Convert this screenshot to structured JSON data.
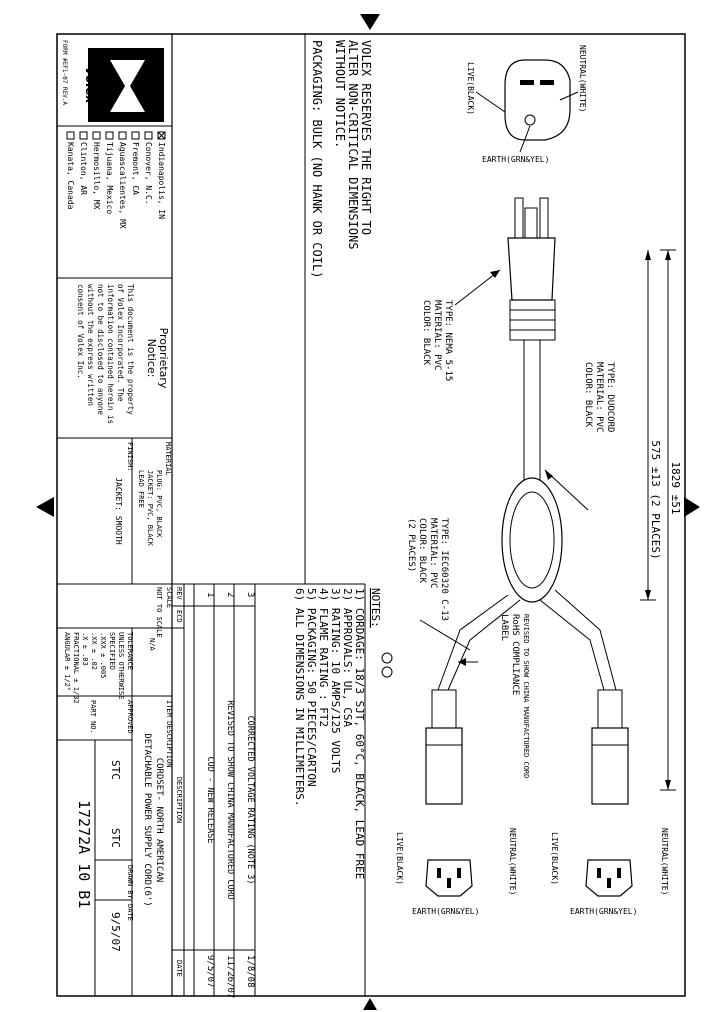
{
  "company": {
    "name": "Volex",
    "division": "CUD",
    "form_no": "FORM #EF1-07 REV.A",
    "disclaimer": [
      "VOLEX RESERVES THE RIGHT TO",
      "ALTER NON-CRITICAL DIMENSIONS",
      "WITHOUT NOTICE."
    ]
  },
  "packaging_note": "PACKAGING: BULK (NO HANK OR COIL)",
  "plug_labels": {
    "neutral": "NEUTRAL(WHITE)",
    "live": "LIVE(BLACK)",
    "earth": "EARTH(GRN&YEL)"
  },
  "plug_callout": [
    "TYPE: NEMA 5-15",
    "MATERIAL: PVC",
    "COLOR: BLACK"
  ],
  "duocord_callout": [
    "TYPE: DUOCORD",
    "MATERIAL: PVC",
    "COLOR: BLACK"
  ],
  "connector_callout": [
    "TYPE: IEC60320 C-13",
    "MATERIAL: PVC",
    "COLOR: BLACK",
    "(2 PLACES)"
  ],
  "rohs_callout": [
    "REVISED TO SHOW CHINA MANUFACTURED CORD",
    "RoHS COMPLIANCE",
    "LABEL"
  ],
  "dimensions": {
    "overall": "1829 ±51",
    "branch": "575 ±13 (2 PLACES)"
  },
  "notes": {
    "title": "NOTES:",
    "items": [
      "1) CORDAGE: 18/3 SJT, 60°C, BLACK, LEAD FREE",
      "2) APPROVALS: UL, CSA",
      "3) RATING: 10 AMPS/125 VOLTS",
      "4) FLAME RATING : FT2",
      "5) PACKAGING: 50 PIECES/CARTON",
      "6) ALL DIMENSIONS IN MILLIMETERS."
    ]
  },
  "revisions": {
    "headers": {
      "rev": "REV",
      "ecd": "ECD",
      "description": "DESCRIPTION",
      "date": "DATE"
    },
    "rows": [
      {
        "rev": "3",
        "description": "CORRECTED VOLTAGE RATING (NOTE 3)",
        "date": "1/8/08"
      },
      {
        "rev": "2",
        "description": "REVISED TO SHOW CHINA MANUFACTURED CORD",
        "date": "11/26/07"
      },
      {
        "rev": "1",
        "description": "CUD - NEW RELEASE",
        "date": "9/5/07"
      }
    ]
  },
  "locations": [
    {
      "name": "Indianapolis, IN",
      "checked": true
    },
    {
      "name": "Conover, N.C.",
      "checked": false
    },
    {
      "name": "Fremont, CA",
      "checked": false
    },
    {
      "name": "Aguascalientes, MX",
      "checked": false
    },
    {
      "name": "Tijuana, Mexico",
      "checked": false
    },
    {
      "name": "Hermosillo, MX",
      "checked": false
    },
    {
      "name": "Clinton, AR",
      "checked": false
    },
    {
      "name": "Kanata, Canada",
      "checked": false
    }
  ],
  "proprietary": {
    "title": [
      "Proprietary",
      "Notice:"
    ],
    "text": [
      "This document is the property",
      "of Volex Incorporated. The",
      "information contained herein is",
      "not to be disclosed to anyone",
      "without the express written",
      "consent of Volex Inc."
    ]
  },
  "material": {
    "label": "MATERIAL",
    "lines": [
      "PLUG: PVC, BLACK",
      "JACKET: PVC, BLACK",
      "LEAD FREE"
    ]
  },
  "finish": {
    "label": "FINISH:",
    "value": "JACKET: SMOOTH"
  },
  "scale": {
    "label": "SCALE",
    "value": "NOT TO SCALE",
    "na": "N/A"
  },
  "tolerance": {
    "lines": [
      "TOLERANCE",
      "UNLESS OTHERWISE",
      "SPECIFIED",
      ".XXX ± .005",
      ".XX ± .02",
      ".X ± .03",
      "FRACTIONAL ± 1/32",
      "ANGULAR ± 1/2°"
    ]
  },
  "title_block": {
    "item_desc_label": "ITEM DESCRIPTION",
    "item_desc": [
      "CORDSET- NORTH AMERICAN",
      "DETACHABLE POWER SUPPLY CORD(6')"
    ],
    "approved_label": "APPROVED",
    "approved": "STC",
    "drawn_label": "DRAWN BY",
    "drawn": "STC",
    "date_label": "DATE",
    "date": "9/5/07",
    "part_label": "PART NO.",
    "part": "17272A 10 B1"
  }
}
